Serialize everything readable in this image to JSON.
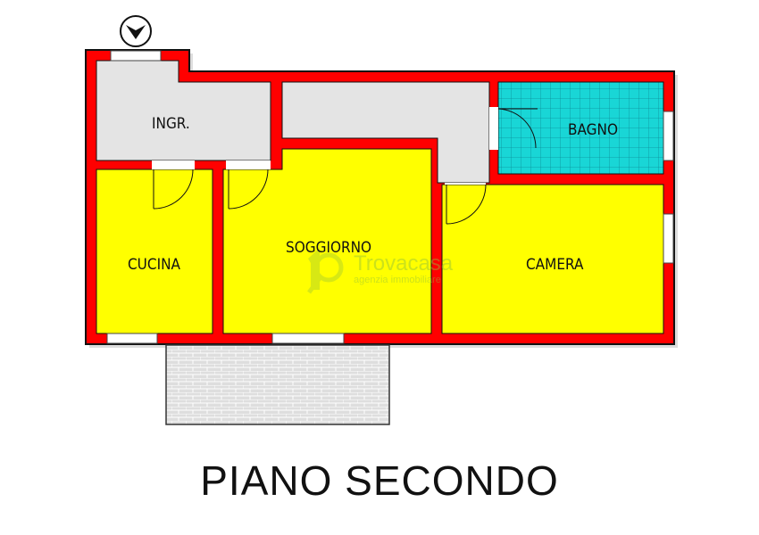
{
  "rooms": {
    "ingresso": "INGR.",
    "bagno": "BAGNO",
    "cucina": "CUCINA",
    "soggiorno": "SOGGIORNO",
    "camera": "CAMERA"
  },
  "watermark": {
    "brand": "Trovacasa",
    "tagline": "agenzia immobiliare"
  },
  "title": "PIANO SECONDO",
  "colors": {
    "wall": "#ff0000",
    "room": "#ffff00",
    "bath": "#19d6d6",
    "corridor": "#e4e4e4",
    "balcony": "#dcdcdc"
  },
  "entrance_icon": "entrance-arrow-icon"
}
